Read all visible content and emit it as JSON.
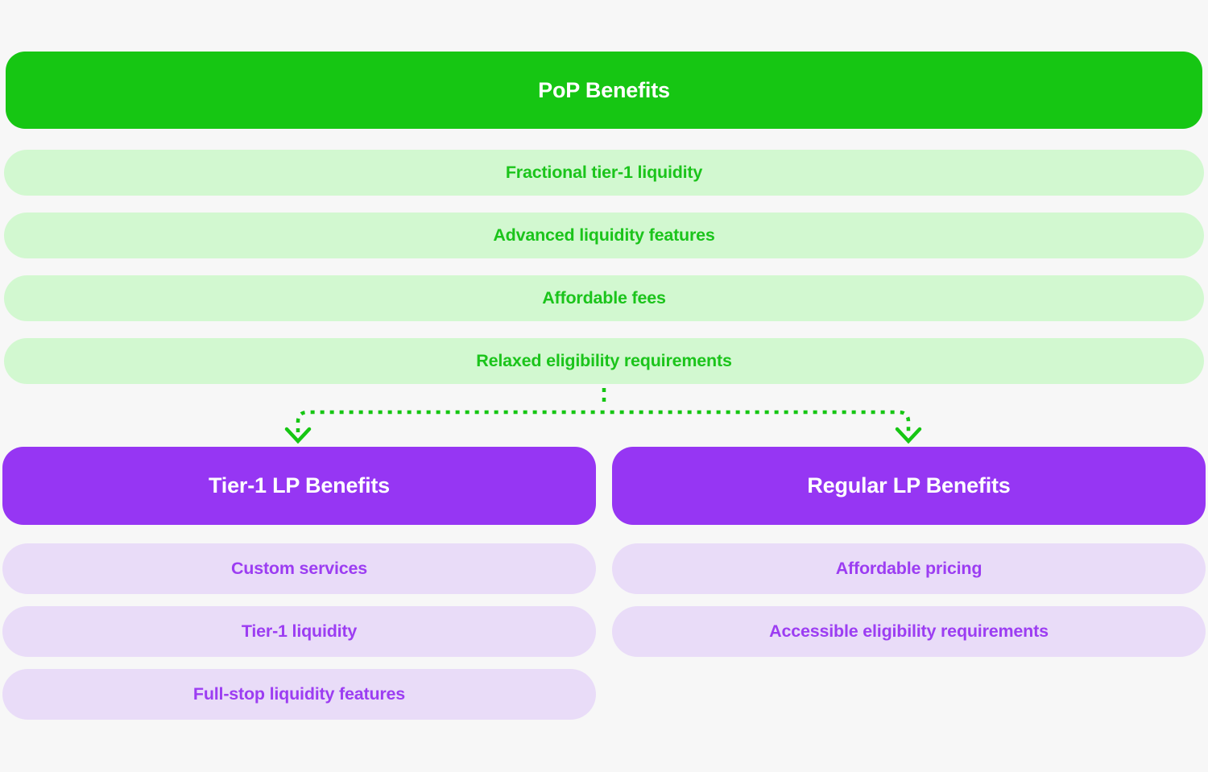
{
  "colors": {
    "background": "#F7F7F7",
    "green": "#16C613",
    "green_light": "#D2F8D0",
    "green_text": "#1BC41B",
    "purple": "#9636F3",
    "purple_light": "#E9DCF8",
    "purple_text": "#9C3DF2",
    "header_text": "#FFFFFF"
  },
  "root": {
    "title": "PoP Benefits",
    "items": [
      "Fractional tier-1 liquidity",
      "Advanced liquidity features",
      "Affordable fees",
      "Relaxed eligibility requirements"
    ]
  },
  "branches": [
    {
      "title": "Tier-1 LP Benefits",
      "items": [
        "Custom services",
        "Tier-1 liquidity",
        "Full-stop liquidity features"
      ]
    },
    {
      "title": "Regular LP Benefits",
      "items": [
        "Affordable pricing",
        "Accessible eligibility requirements"
      ]
    }
  ]
}
